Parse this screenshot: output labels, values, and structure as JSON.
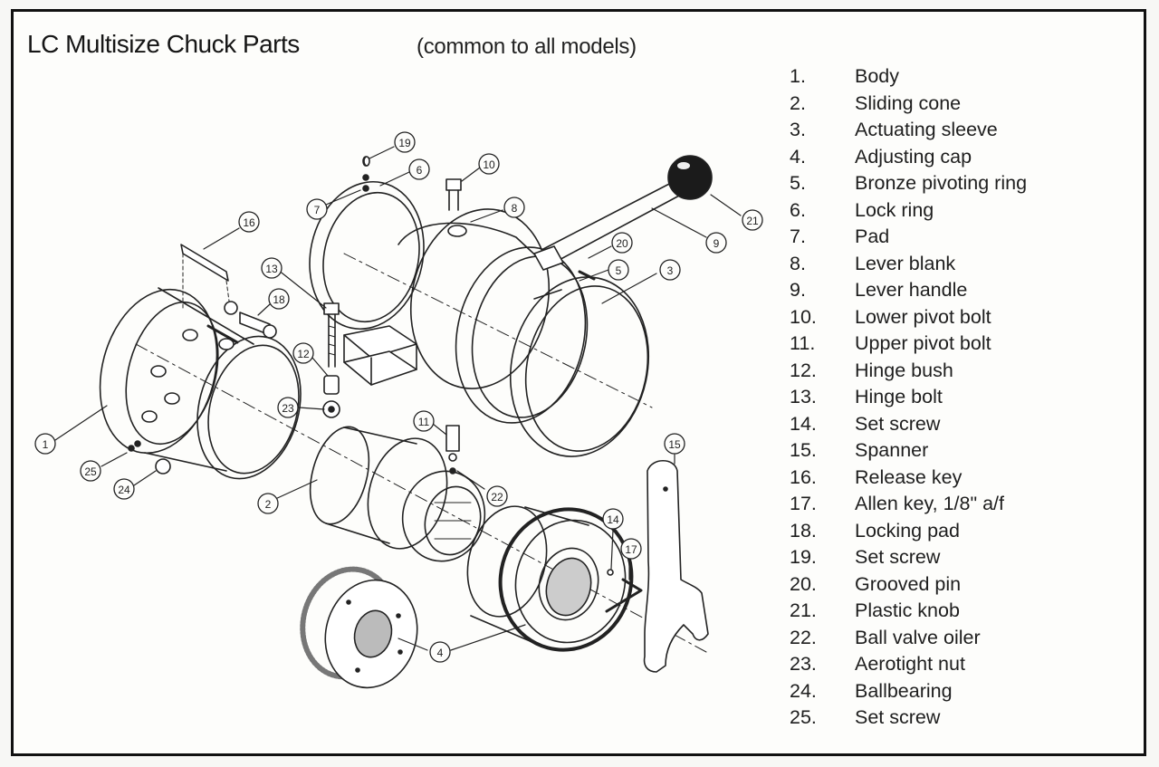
{
  "header": {
    "title": "LC Multisize Chuck Parts",
    "subtitle": "(common to all models)"
  },
  "parts": [
    {
      "number": "1.",
      "name": "Body"
    },
    {
      "number": "2.",
      "name": "Sliding cone"
    },
    {
      "number": "3.",
      "name": "Actuating sleeve"
    },
    {
      "number": "4.",
      "name": "Adjusting cap"
    },
    {
      "number": "5.",
      "name": "Bronze pivoting ring"
    },
    {
      "number": "6.",
      "name": "Lock ring"
    },
    {
      "number": "7.",
      "name": "Pad"
    },
    {
      "number": "8.",
      "name": "Lever blank"
    },
    {
      "number": "9.",
      "name": "Lever handle"
    },
    {
      "number": "10.",
      "name": "Lower pivot bolt"
    },
    {
      "number": "11.",
      "name": "Upper pivot bolt"
    },
    {
      "number": "12.",
      "name": "Hinge bush"
    },
    {
      "number": "13.",
      "name": "Hinge bolt"
    },
    {
      "number": "14.",
      "name": "Set screw"
    },
    {
      "number": "15.",
      "name": "Spanner"
    },
    {
      "number": "16.",
      "name": "Release key"
    },
    {
      "number": "17.",
      "name": "Allen key, 1/8\" a/f"
    },
    {
      "number": "18.",
      "name": "Locking pad"
    },
    {
      "number": "19.",
      "name": "Set screw"
    },
    {
      "number": "20.",
      "name": "Grooved pin"
    },
    {
      "number": "21.",
      "name": "Plastic knob"
    },
    {
      "number": "22.",
      "name": "Ball valve oiler"
    },
    {
      "number": "23.",
      "name": "Aerotight nut"
    },
    {
      "number": "24.",
      "name": "Ballbearing"
    },
    {
      "number": "25.",
      "name": "Set screw"
    }
  ],
  "callouts": [
    "1",
    "2",
    "3",
    "4",
    "5",
    "6",
    "7",
    "8",
    "9",
    "10",
    "11",
    "12",
    "13",
    "14",
    "15",
    "16",
    "17",
    "18",
    "19",
    "20",
    "21",
    "22",
    "23",
    "24",
    "25"
  ],
  "colors": {
    "ink": "#1a1a1a",
    "paper": "#fdfdfb",
    "border": "#111111"
  }
}
